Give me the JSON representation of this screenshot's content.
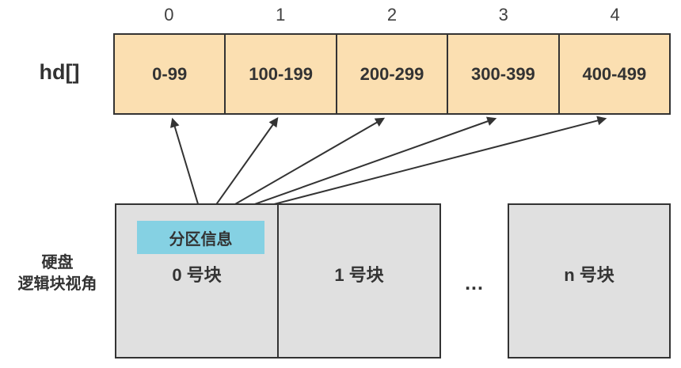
{
  "array": {
    "name": "hd[]",
    "indices": [
      "0",
      "1",
      "2",
      "3",
      "4"
    ],
    "cells": [
      "0-99",
      "100-199",
      "200-299",
      "300-399",
      "400-499"
    ]
  },
  "disk": {
    "side_label": {
      "line1": "硬盘",
      "line2": "逻辑块视角"
    },
    "partition_info": "分区信息",
    "block0": "0 号块",
    "block1": "1 号块",
    "ellipsis": "...",
    "block_n": "n 号块"
  },
  "colors": {
    "array_fill": "#FBDFB1",
    "block_fill": "#E0E0E0",
    "partition_fill": "#85D1E3",
    "line": "#333333",
    "index_color": "#404040"
  }
}
